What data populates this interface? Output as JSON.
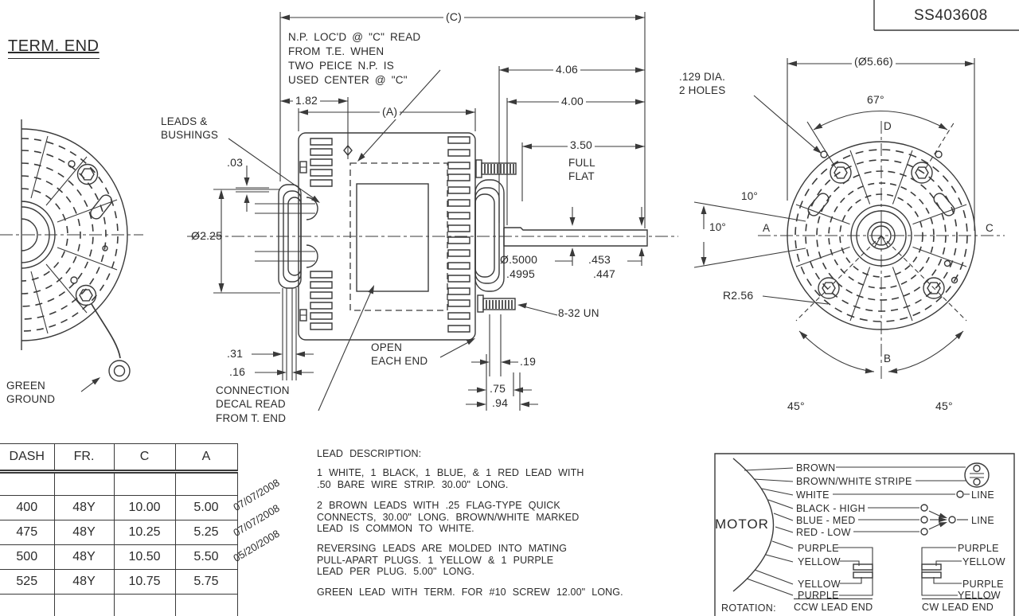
{
  "drawing": {
    "term_end": "TERM. END",
    "part_number": "SS403608",
    "np_note": "N.P. LOC'D @ \"C\" READ\nFROM T.E. WHEN\nTWO PEICE N.P. IS\nUSED CENTER @ \"C\"",
    "labels": {
      "leads_bushings": "LEADS &\nBUSHINGS",
      "connection_decal": "CONNECTION\nDECAL READ\nFROM T. END",
      "open_each_end": "OPEN\nEACH END",
      "green_ground": "GREEN\nGROUND",
      "thread_callout": "8-32 UN",
      "holes_note": ".129 DIA.\n2 HOLES"
    },
    "dims": {
      "c": "(C)",
      "a": "(A)",
      "d406": "4.06",
      "d400": "4.00",
      "d350": "3.50",
      "full_flat": "FULL\nFLAT",
      "d182": "1.82",
      "d03": ".03",
      "d225": "Ø2.25",
      "d31": ".31",
      "d16": ".16",
      "shaft_dia_hi": "Ø.5000",
      "shaft_dia_lo": ".4995",
      "flat_hi": ".453",
      "flat_lo": ".447",
      "d19": ".19",
      "d75": ".75",
      "d94": ".94",
      "d566": "(Ø5.66)",
      "a67": "67°",
      "a10a": "10°",
      "a10b": "10°",
      "r256": "R2.56",
      "a45l": "45°",
      "a45r": "45°",
      "pt_a": "A",
      "pt_b": "B",
      "pt_c": "C",
      "pt_d": "D"
    }
  },
  "table": {
    "headers": [
      "DASH",
      "FR.",
      "C",
      "A"
    ],
    "rows": [
      [
        "",
        "",
        "",
        ""
      ],
      [
        "400",
        "48Y",
        "10.00",
        "5.00"
      ],
      [
        "475",
        "48Y",
        "10.25",
        "5.25"
      ],
      [
        "500",
        "48Y",
        "10.50",
        "5.50"
      ],
      [
        "525",
        "48Y",
        "10.75",
        "5.75"
      ],
      [
        "",
        "",
        "",
        ""
      ]
    ],
    "dates": [
      "07/07/2008",
      "07/07/2008",
      "05/20/2008"
    ]
  },
  "lead_description": {
    "title": "LEAD DESCRIPTION:",
    "p1": "1 WHITE, 1 BLACK, 1 BLUE, & 1 RED LEAD WITH\n.50 BARE WIRE STRIP. 30.00\" LONG.",
    "p2": "2 BROWN LEADS WITH .25 FLAG-TYPE QUICK\nCONNECTS, 30.00\" LONG. BROWN/WHITE MARKED\nLEAD IS COMMON TO WHITE.",
    "p3": "REVERSING LEADS ARE MOLDED INTO MATING\nPULL-APART PLUGS. 1 YELLOW & 1 PURPLE\nLEAD PER PLUG. 5.00\" LONG.",
    "p4": "GREEN LEAD WITH TERM. FOR #10 SCREW 12.00\" LONG."
  },
  "wiring": {
    "motor": "MOTOR",
    "wires": [
      "BROWN",
      "BROWN/WHITE STRIPE",
      "WHITE",
      "BLACK - HIGH",
      "BLUE - MED",
      "RED - LOW",
      "PURPLE",
      "YELLOW",
      "YELLOW",
      "PURPLE"
    ],
    "line1": "LINE",
    "line2": "LINE",
    "cw_wires": [
      "PURPLE",
      "YELLOW",
      "PURPLE",
      "YELLOW"
    ],
    "rotation_label": "ROTATION:",
    "ccw": "CCW LEAD END",
    "cw": "CW LEAD END"
  },
  "colors": {
    "ink": "#3a3a3a",
    "paper": "#ffffff"
  }
}
